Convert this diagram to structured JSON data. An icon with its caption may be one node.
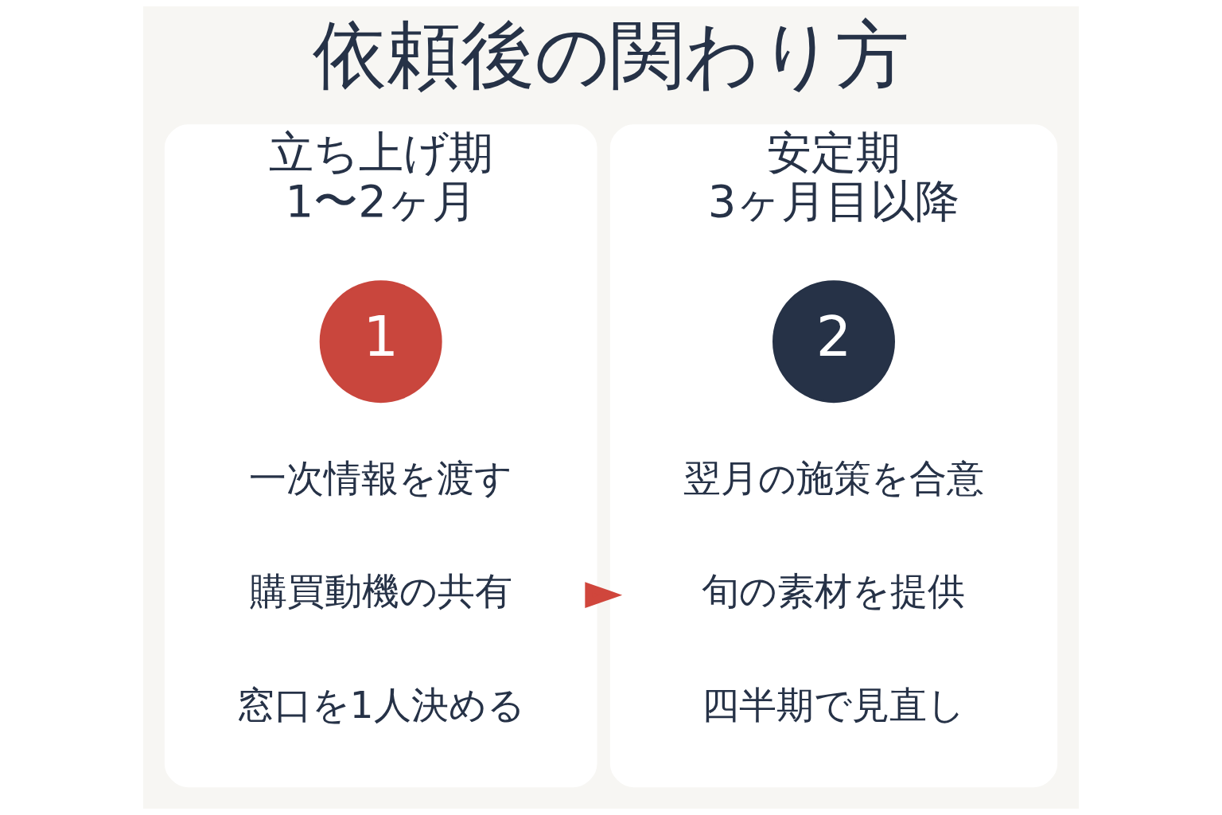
{
  "diagram": {
    "title": "依頼後の関わり方",
    "nodes": [
      {
        "text": [
          "立ち上げ期",
          "1〜2ヶ月"
        ]
      },
      {
        "text": [
          "1"
        ],
        "in": 0
      },
      {
        "text": [
          "一次情報を渡す"
        ],
        "in": 0
      },
      {
        "text": [
          "購買動機の共有"
        ],
        "in": 0
      },
      {
        "text": [
          "窓口を1人決める"
        ],
        "in": 0
      },
      {
        "text": [
          "安定期",
          "3ヶ月目以降"
        ]
      },
      {
        "text": [
          "2"
        ],
        "in": 5
      },
      {
        "text": [
          "翌月の施策を合意"
        ],
        "in": 5
      },
      {
        "text": [
          "旬の素材を提供"
        ],
        "in": 5
      },
      {
        "text": [
          "四半期で見直し"
        ],
        "in": 5
      }
    ],
    "edges": [
      {
        "from": 0,
        "to": 5,
        "arrow": "to",
        "color": "#d0463c"
      }
    ]
  }
}
